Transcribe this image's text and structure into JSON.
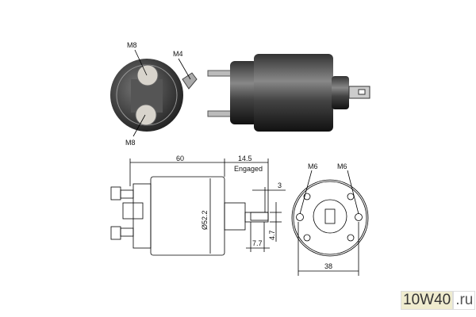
{
  "photo_labels": {
    "top_terminal": "M8",
    "small_terminal": "M4",
    "bottom_terminal": "M8"
  },
  "dimensions": {
    "length": "60",
    "stroke": "14.5",
    "stroke_note": "Engaged",
    "diameter": "Ø52.2",
    "plunger_slot_width": "3",
    "plunger_slot_height": "4.7",
    "plunger_slot_depth": "7.7",
    "mount_hole_left": "M6",
    "mount_hole_right": "M6",
    "mount_spacing": "38"
  },
  "watermark": {
    "main": "10W40",
    "suffix": ".ru"
  }
}
